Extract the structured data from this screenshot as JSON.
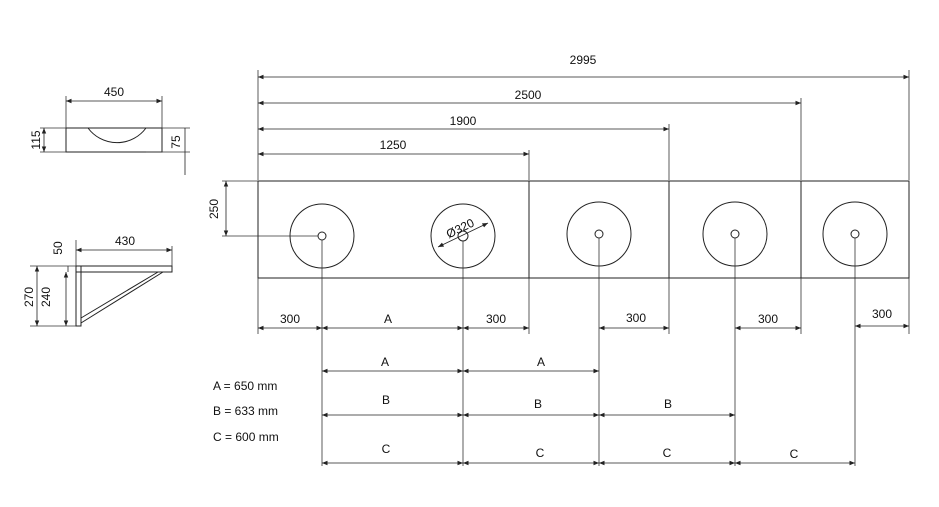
{
  "overall": {
    "total": "2995",
    "d2500": "2500",
    "d1900": "1900",
    "d1250": "1250",
    "height": "250",
    "diameter": "Ø320"
  },
  "top_view": {
    "width": "450",
    "height": "115",
    "depth": "75"
  },
  "bracket": {
    "width": "430",
    "thickness": "50",
    "total_height": "270",
    "bracket_height": "240"
  },
  "edge_dims": {
    "left": "300",
    "mid1": "300",
    "mid2": "300",
    "mid3": "300",
    "right": "300"
  },
  "spacing": {
    "a": "A",
    "b": "B",
    "c": "C"
  },
  "legend": {
    "a": "A = 650 mm",
    "b": "B = 633 mm",
    "c": "C = 600 mm"
  }
}
